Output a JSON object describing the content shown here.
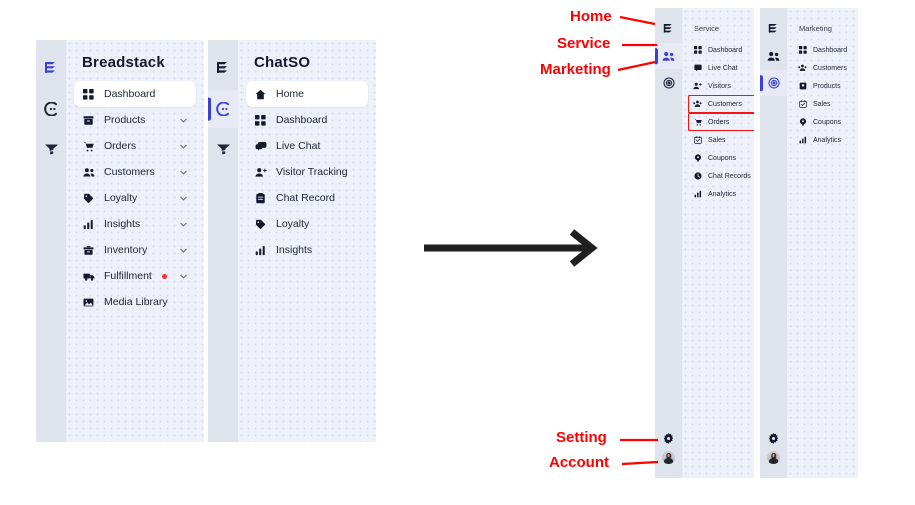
{
  "panels": {
    "breadstack": {
      "brand": "Breadstack",
      "rail_icons": [
        {
          "name": "stack-logo-icon",
          "active": false,
          "brand": true
        },
        {
          "name": "chat-icon",
          "active": false
        },
        {
          "name": "funnel-icon",
          "active": false
        }
      ],
      "items": [
        {
          "label": "Dashboard",
          "icon": "grid-icon",
          "active": true,
          "chevron": false,
          "badge": false
        },
        {
          "label": "Products",
          "icon": "box-icon",
          "active": false,
          "chevron": true,
          "badge": false
        },
        {
          "label": "Orders",
          "icon": "cart-icon",
          "active": false,
          "chevron": true,
          "badge": false
        },
        {
          "label": "Customers",
          "icon": "people-icon",
          "active": false,
          "chevron": true,
          "badge": false
        },
        {
          "label": "Loyalty",
          "icon": "tag-icon",
          "active": false,
          "chevron": true,
          "badge": false
        },
        {
          "label": "Insights",
          "icon": "bar-chart-icon",
          "active": false,
          "chevron": true,
          "badge": false
        },
        {
          "label": "Inventory",
          "icon": "archive-icon",
          "active": false,
          "chevron": true,
          "badge": false
        },
        {
          "label": "Fulfillment",
          "icon": "truck-icon",
          "active": false,
          "chevron": true,
          "badge": true
        },
        {
          "label": "Media Library",
          "icon": "image-icon",
          "active": false,
          "chevron": false,
          "badge": false
        }
      ]
    },
    "chatso": {
      "brand": "ChatSO",
      "rail_icons": [
        {
          "name": "stack-logo-icon",
          "active": false,
          "brand": true
        },
        {
          "name": "chat-icon",
          "active": true
        },
        {
          "name": "funnel-icon",
          "active": false
        }
      ],
      "items": [
        {
          "label": "Home",
          "icon": "home-icon",
          "active": true
        },
        {
          "label": "Dashboard",
          "icon": "grid-icon",
          "active": false
        },
        {
          "label": "Live Chat",
          "icon": "chat-bubble-icon",
          "active": false
        },
        {
          "label": "Visitor Tracking",
          "icon": "person-add-icon",
          "active": false
        },
        {
          "label": "Chat Record",
          "icon": "clipboard-icon",
          "active": false
        },
        {
          "label": "Loyalty",
          "icon": "tag-icon",
          "active": false
        },
        {
          "label": "Insights",
          "icon": "bar-chart-icon",
          "active": false
        }
      ]
    },
    "service": {
      "brand": "Service",
      "rail_icons": [
        {
          "name": "stack-logo-icon",
          "active": false,
          "brand": true
        },
        {
          "name": "people-service-icon",
          "active": true
        },
        {
          "name": "target-icon",
          "active": false
        }
      ],
      "items": [
        {
          "label": "Dashboard",
          "icon": "grid-icon",
          "boxed": false
        },
        {
          "label": "Live Chat",
          "icon": "chat-square-icon",
          "boxed": false
        },
        {
          "label": "Visitors",
          "icon": "person-add-icon",
          "boxed": false
        },
        {
          "label": "Customers",
          "icon": "people-icon",
          "boxed": true
        },
        {
          "label": "Orders",
          "icon": "cart-icon",
          "boxed": true
        },
        {
          "label": "Sales",
          "icon": "calendar-icon",
          "boxed": false
        },
        {
          "label": "Coupons",
          "icon": "coupon-icon",
          "boxed": false
        },
        {
          "label": "Chat Records",
          "icon": "clock-icon",
          "boxed": false
        },
        {
          "label": "Analytics",
          "icon": "bar-chart-icon",
          "boxed": false
        }
      ],
      "bottom": [
        {
          "name": "gear-icon",
          "label": "Setting"
        },
        {
          "name": "avatar",
          "label": "Account"
        }
      ]
    },
    "marketing": {
      "brand": "Marketing",
      "rail_icons": [
        {
          "name": "stack-logo-icon",
          "active": false,
          "brand": true
        },
        {
          "name": "people-service-icon",
          "active": false
        },
        {
          "name": "target-icon",
          "active": true
        }
      ],
      "items": [
        {
          "label": "Dashboard",
          "icon": "grid-icon",
          "boxed": false
        },
        {
          "label": "Customers",
          "icon": "people-icon",
          "boxed": false
        },
        {
          "label": "Products",
          "icon": "box-icon",
          "boxed": false
        },
        {
          "label": "Sales",
          "icon": "calendar-icon",
          "boxed": false
        },
        {
          "label": "Coupons",
          "icon": "coupon-icon",
          "boxed": false
        },
        {
          "label": "Analytics",
          "icon": "bar-chart-icon",
          "boxed": false
        }
      ],
      "bottom": [
        {
          "name": "gear-icon",
          "label": "Setting"
        },
        {
          "name": "avatar",
          "label": "Account"
        }
      ]
    }
  },
  "annotations": {
    "home": "Home",
    "service": "Service",
    "marketing": "Marketing",
    "setting": "Setting",
    "account": "Account"
  },
  "colors": {
    "annotation_red": "#fe0000",
    "highlight_box_red": "#f41414",
    "accent_blue": "#3b41d6",
    "rail_bg": "#dfe3ec",
    "content_bg": "#eef1f9",
    "badge_red": "#ff2d2d",
    "arrow_dark": "#1f1f1f"
  }
}
